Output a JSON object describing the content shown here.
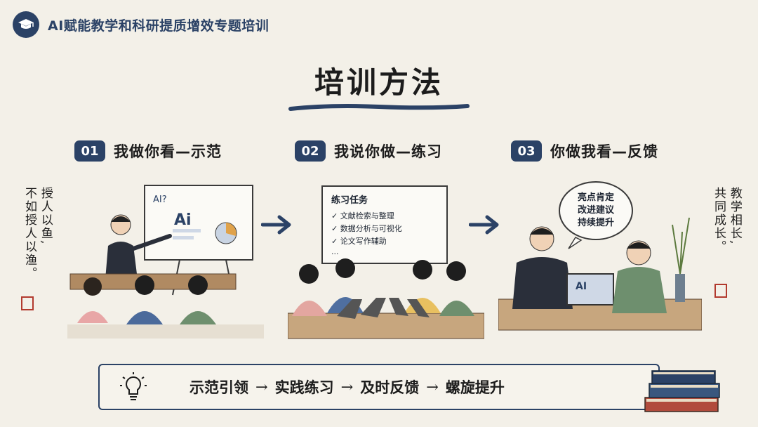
{
  "header": {
    "title": "AI赋能教学和科研提质增效专题培训"
  },
  "main_title": "培训方法",
  "steps": [
    {
      "num": "01",
      "label": "我做你看—示范"
    },
    {
      "num": "02",
      "label": "我说你做—练习"
    },
    {
      "num": "03",
      "label": "你做我看—反馈"
    }
  ],
  "scene1": {
    "board_text": "AI?",
    "board_ai": "Ai"
  },
  "scene2": {
    "board_title": "练习任务",
    "tasks": [
      "✓ 文献检索与整理",
      "✓ 数据分析与可视化",
      "✓ 论文写作辅助"
    ],
    "ellipsis": "..."
  },
  "scene3": {
    "bubble": [
      "亮点肯定",
      "改进建议",
      "持续提升"
    ],
    "laptop_text": "AI"
  },
  "left_quote": {
    "col1": "授人以鱼,",
    "col2": "不如授人以渔。"
  },
  "right_quote": {
    "col1": "教学相长,",
    "col2": "共同成长。"
  },
  "flow": {
    "items": [
      "示范引领",
      "实践练习",
      "及时反馈",
      "螺旋提升"
    ],
    "sep": "→"
  },
  "colors": {
    "accent": "#2b4266",
    "background": "#f3f0e8",
    "seal": "#b23a2e"
  }
}
